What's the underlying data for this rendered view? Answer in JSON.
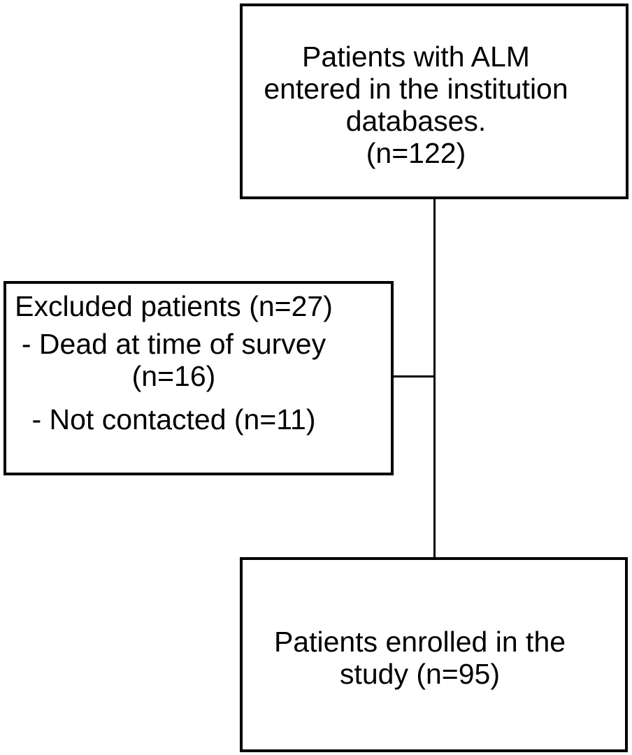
{
  "diagram": {
    "type": "flowchart",
    "colors": {
      "background": "#ffffff",
      "box_border": "#000000",
      "text": "#000000",
      "connector": "#000000"
    },
    "top_box": {
      "lines": [
        "Patients with ALM",
        "entered in the institution",
        "databases.",
        "(n=122)"
      ],
      "n": 122
    },
    "excluded_box": {
      "lines": [
        "Excluded patients (n=27)",
        "- Dead at time of survey",
        "(n=16)",
        "- Not contacted (n=11)"
      ],
      "n_excluded": 27,
      "n_dead_at_time_of_survey": 16,
      "n_not_contacted": 11
    },
    "enrolled_box": {
      "lines": [
        "Patients enrolled in the",
        "study (n=95)"
      ],
      "n": 95
    }
  }
}
